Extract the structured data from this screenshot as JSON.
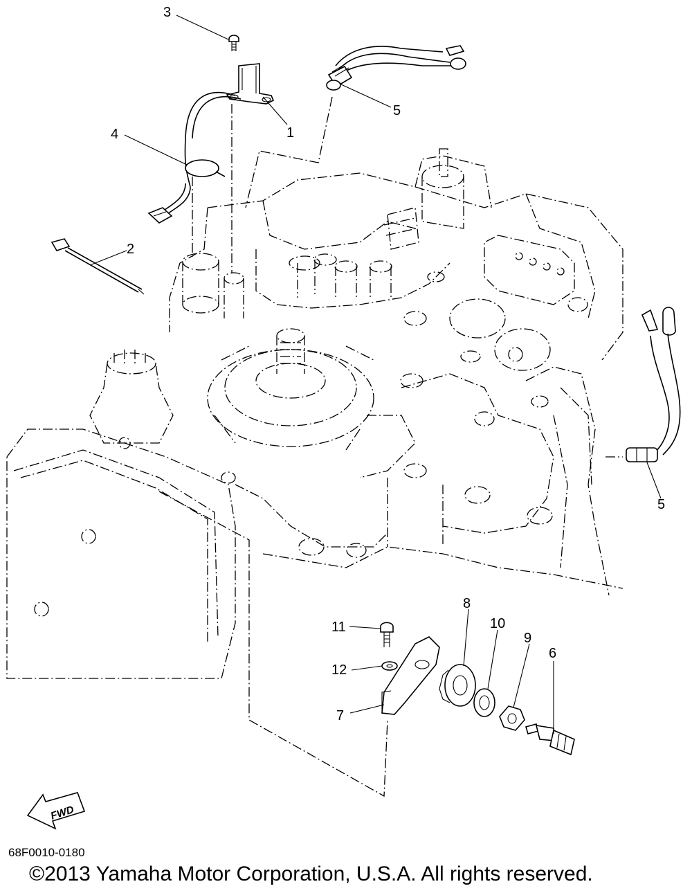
{
  "diagram": {
    "callouts": {
      "c1": "1",
      "c2": "2",
      "c3": "3",
      "c4": "4",
      "c5a": "5",
      "c5b": "5",
      "c6": "6",
      "c7": "7",
      "c8": "8",
      "c9": "9",
      "c10": "10",
      "c11": "11",
      "c12": "12"
    },
    "fwd_label": "FWD",
    "drawing_code": "68F0010-0180",
    "copyright": "©2013 Yamaha Motor Corporation, U.S.A. All rights reserved."
  }
}
